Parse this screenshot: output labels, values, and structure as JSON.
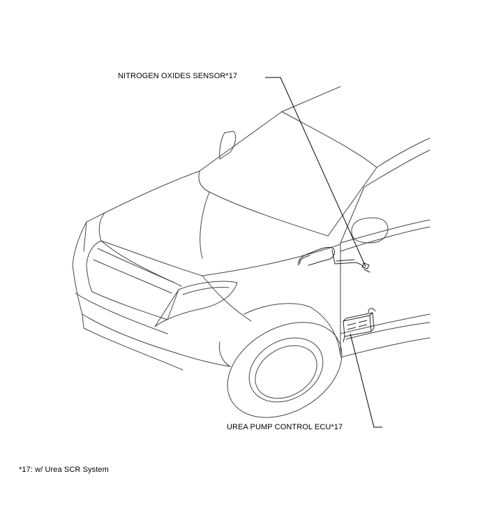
{
  "callouts": {
    "nitrogen_oxides_sensor": "NITROGEN OXIDES SENSOR*17",
    "urea_pump_control_ecu": "UREA PUMP CONTROL ECU*17"
  },
  "footnote": "*17: w/ Urea SCR System",
  "colors": {
    "line": "#444444",
    "leader": "#000000",
    "background": "#ffffff"
  }
}
